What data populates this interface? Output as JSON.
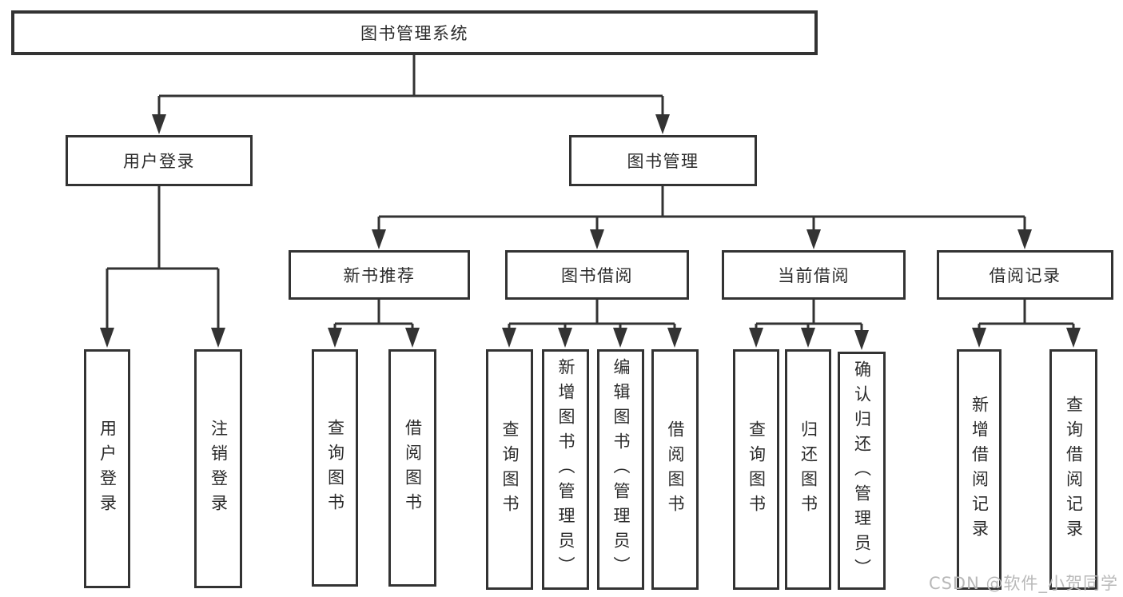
{
  "diagram_title": "图书管理系统",
  "nodes": {
    "root": "图书管理系统",
    "level2": {
      "user_login": "用户登录",
      "book_mgmt": "图书管理"
    },
    "level3": {
      "new_books": "新书推荐",
      "book_borrow": "图书借阅",
      "current_borrow": "当前借阅",
      "borrow_records": "借阅记录"
    },
    "leaves": {
      "user_login": [
        "用户登录",
        "注销登录"
      ],
      "new_books": [
        "查询图书",
        "借阅图书"
      ],
      "book_borrow": [
        "查询图书",
        "新增图书（管理员）",
        "编辑图书（管理员）",
        "借阅图书"
      ],
      "current_borrow": [
        "查询图书",
        "归还图书",
        "确认归还（管理员）"
      ],
      "borrow_records": [
        "新增借阅记录",
        "查询借阅记录"
      ]
    }
  },
  "watermark": "CSDN @软件_小贺同学",
  "colors": {
    "line": "#333333",
    "text": "#2b2b2b",
    "watermark": "#b9b9b9",
    "background": "#ffffff"
  }
}
